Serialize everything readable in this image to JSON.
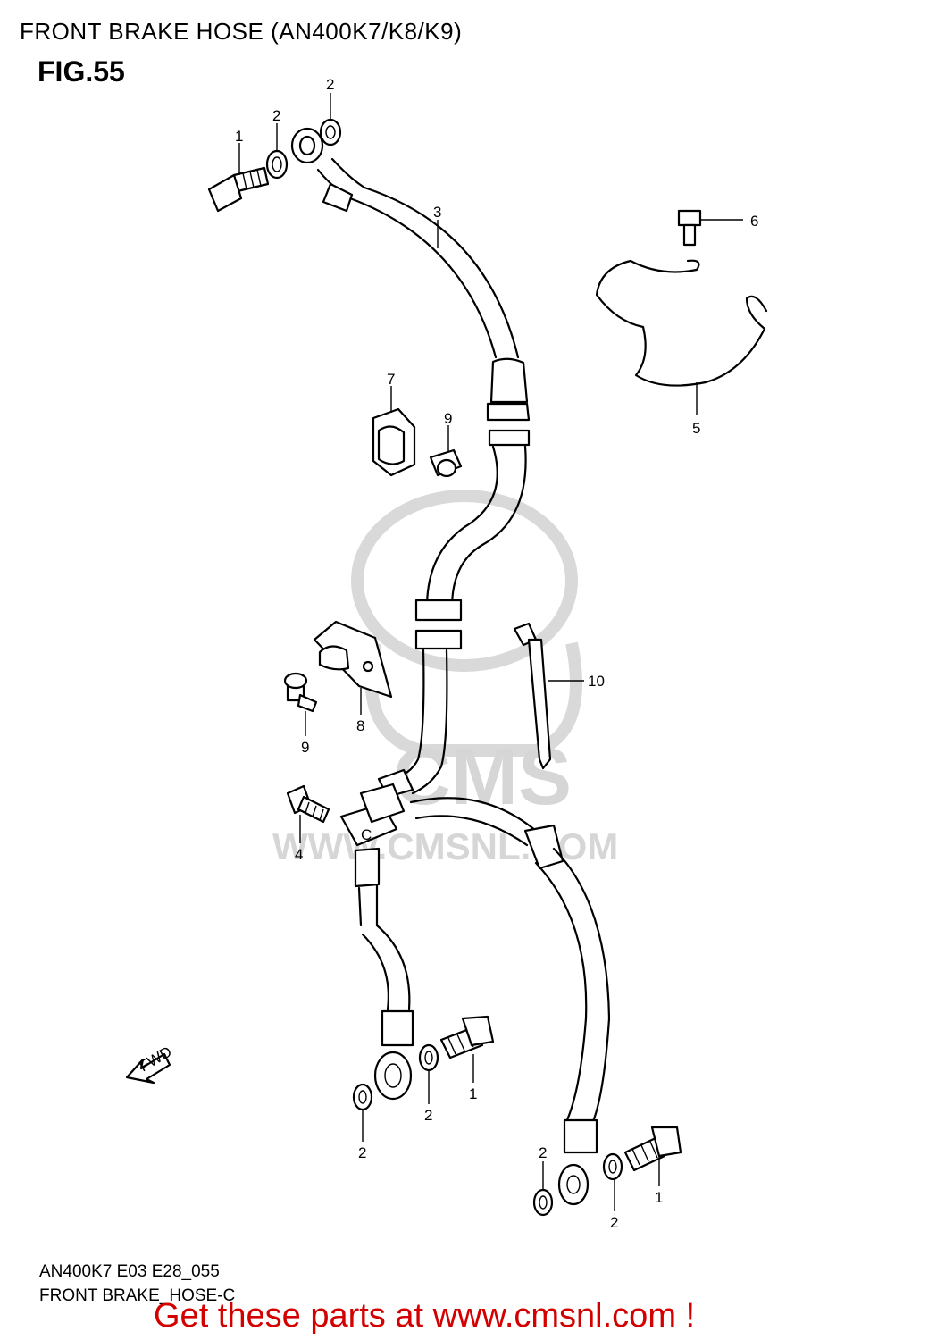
{
  "header": {
    "title": "FRONT BRAKE HOSE (AN400K7/K8/K9)",
    "figure": "FIG.55"
  },
  "watermark": {
    "logo_text": "CMS",
    "url_text": "WWW.CMSNL.COM"
  },
  "fwd_arrow_label": "FWD",
  "callouts": {
    "c1_top": "1",
    "c2_top_a": "2",
    "c2_top_b": "2",
    "c3": "3",
    "c4": "4",
    "c5": "5",
    "c6": "6",
    "c7": "7",
    "c8": "8",
    "c9_a": "9",
    "c9_b": "9",
    "c10": "10",
    "c1_mid": "1",
    "c2_mid_a": "2",
    "c2_mid_b": "2",
    "c1_bot": "1",
    "c2_bot_a": "2",
    "c2_bot_b": "2"
  },
  "footer": {
    "model_code": "AN400K7 E03 E28_055",
    "diagram_name": "FRONT BRAKE_HOSE-C",
    "promo": "Get these parts at www.cmsnl.com !"
  },
  "colors": {
    "line": "#000000",
    "promo": "#d40000",
    "watermark": "#d6d6d6"
  }
}
